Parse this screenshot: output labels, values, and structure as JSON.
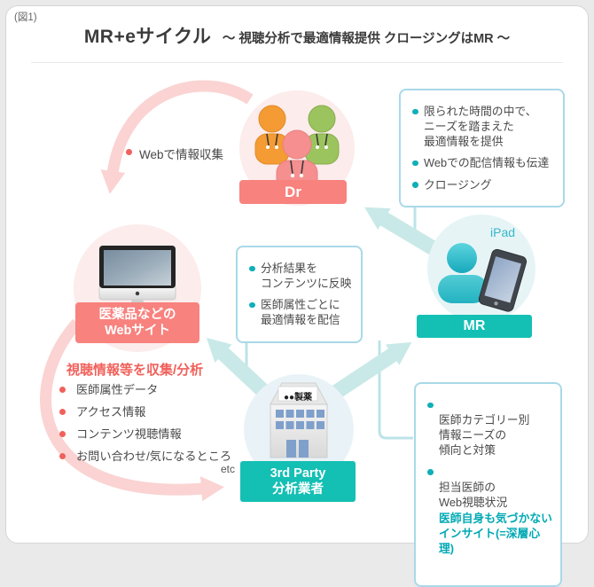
{
  "figure_label": "(図1)",
  "title": {
    "main": "MR+eサイクル",
    "sub": "～ 視聴分析で最適情報提供 クロージングはMR ～"
  },
  "nodes": {
    "dr": {
      "label": "Dr"
    },
    "website": {
      "label": "医薬品などの\nWebサイト"
    },
    "mr": {
      "label": "MR",
      "device_tag": "iPad"
    },
    "third_party": {
      "label": "3rd Party\n分析業者",
      "building_sign": "●●製薬"
    }
  },
  "annotations": {
    "web_collect": "Webで情報収集",
    "collect_analyze_heading": "視聴情報等を収集/分析",
    "collect_items": [
      "医師属性データ",
      "アクセス情報",
      "コンテンツ視聴情報",
      "お問い合わせ/気になるところ"
    ],
    "etc": "etc"
  },
  "boxes": {
    "dr_benefits": {
      "items": [
        "限られた時間の中で、\nニーズを踏まえた\n最適情報を提供",
        "Webでの配信情報も伝達",
        "クロージング"
      ]
    },
    "content_delivery": {
      "items": [
        "分析結果を\nコンテンツに反映",
        "医師属性ごとに\n最適情報を配信"
      ]
    },
    "mr_insights": {
      "items": [
        {
          "text": "医師カテゴリー別\n情報ニーズの\n傾向と対策",
          "highlight": ""
        },
        {
          "text": "担当医師の\nWeb視聴状況",
          "highlight": "医師自身も気づかない\nインサイト(=深層心理)"
        }
      ]
    }
  },
  "colors": {
    "salmon_label": "#f8827e",
    "teal_label": "#14bfb4",
    "pink_flow_arrow": "#fad3d2",
    "teal_flow_arrow": "#c8e9e7",
    "note_box_border": "#a9d9e8",
    "bullet_teal": "#0fafb8",
    "bullet_red": "#f0615b",
    "highlight_text": "#00a9b4"
  }
}
